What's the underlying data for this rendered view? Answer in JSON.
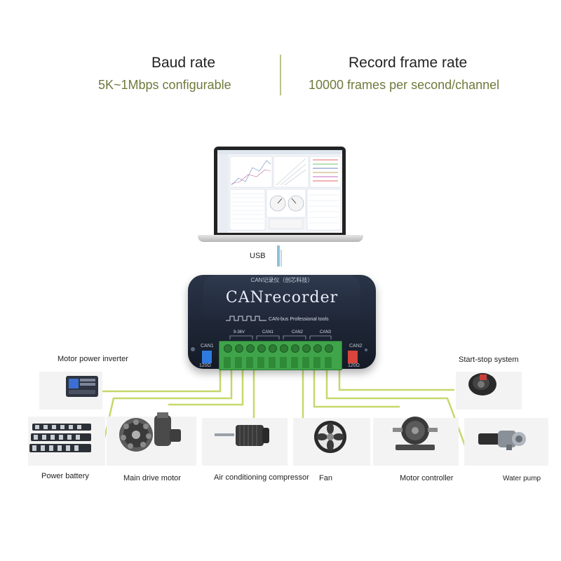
{
  "specs": {
    "baud_title": "Baud rate",
    "baud_value": "5K~1Mbps configurable",
    "frame_title": "Record frame rate",
    "frame_value": "10000 frames per second/channel"
  },
  "connection": {
    "usb_label": "USB"
  },
  "device": {
    "brand": "CANrecorder",
    "top_caption": "CAN记录仪（创芯科技）",
    "series_tag": "CAN-bus Professional tools",
    "pin_labels": [
      "9-36V",
      "CAN1",
      "CAN2",
      "CAN3"
    ],
    "port_left": "CAN1",
    "port_left_sub": "120Ω",
    "port_right": "CAN2",
    "port_right_sub": "120Ω"
  },
  "components": {
    "motor_power_inverter": "Motor power inverter",
    "start_stop_system": "Start-stop system",
    "power_battery": "Power battery",
    "main_drive_motor": "Main drive motor",
    "air_conditioning_compressor": "Air conditioning compressor",
    "fan": "Fan",
    "motor_controller": "Motor controller",
    "water_pump": "Water pump"
  },
  "colors": {
    "accent_text": "#6e7a3c",
    "wire": "#c5d96a",
    "device_dark": "#1b2231",
    "terminal_green": "#3fa44a"
  }
}
